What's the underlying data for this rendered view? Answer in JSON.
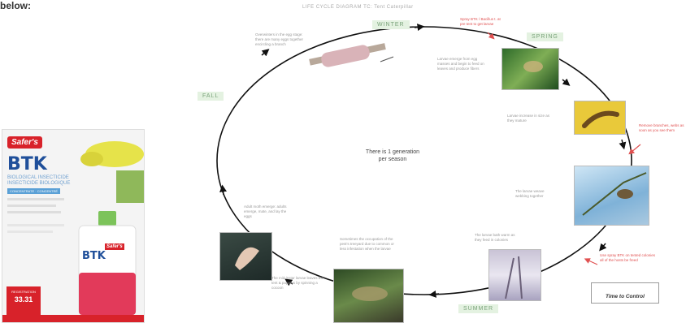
{
  "top_fragment": "below:",
  "diagram": {
    "title": "LIFE CYCLE DIAGRAM        TC: Tent Caterpillar",
    "center_text_line1": "There is 1 generation",
    "center_text_line2": "per season",
    "seasons": {
      "winter": "WINTER",
      "spring": "SPRING",
      "summer": "SUMMER",
      "fall": "FALL"
    },
    "notes": {
      "egg": "Overwinters in the egg stage: there are many eggs together encircling a branch",
      "larvae_emerge": "Larvae emerge from egg masses and begin to feed on leaves and produce fibers",
      "larvae_increase": "Larvae increase in size as they mature",
      "webbing": "The larvae weave webbing together",
      "tent": "The larvae bath warm as they feed in colonies",
      "pupa": "The mid-instar larvae leaves the tent & pupates by spinning a cocoon",
      "pupation": "Sometimes the occupation of the pest's treeyard due to common or less infestation when the larvae",
      "adult": "Adult moth emerge: adults emerge, mate, and lay the eggs"
    },
    "red_notes": {
      "spray_start": "Spray BTK / Bacillus t. at pre tent to get larvae",
      "remove": "Remove branches, webs as soon as you see them",
      "spray_tent": "Use spray BTK on tented colonies all of the hosts be freed"
    },
    "time_to_control": "Time to Control"
  },
  "product": {
    "brand": "Safer's",
    "name": "BTK",
    "sub_line1": "BIOLOGICAL INSECTICIDE",
    "sub_line2": "INSECTICIDE BIOLOGIQUE",
    "badge": "CONCENTRATE · CONCENTRÉ",
    "reg_label": "REGISTRATION",
    "reg_number": "33.31",
    "bottle_brand": "Safer's",
    "bottle_name": "BTK"
  },
  "colors": {
    "season_bg": "#e4f2e1",
    "season_text": "#7aa37a",
    "red_note": "#e05050",
    "brand_red": "#d8222a",
    "brand_blue": "#1f4f9a"
  }
}
